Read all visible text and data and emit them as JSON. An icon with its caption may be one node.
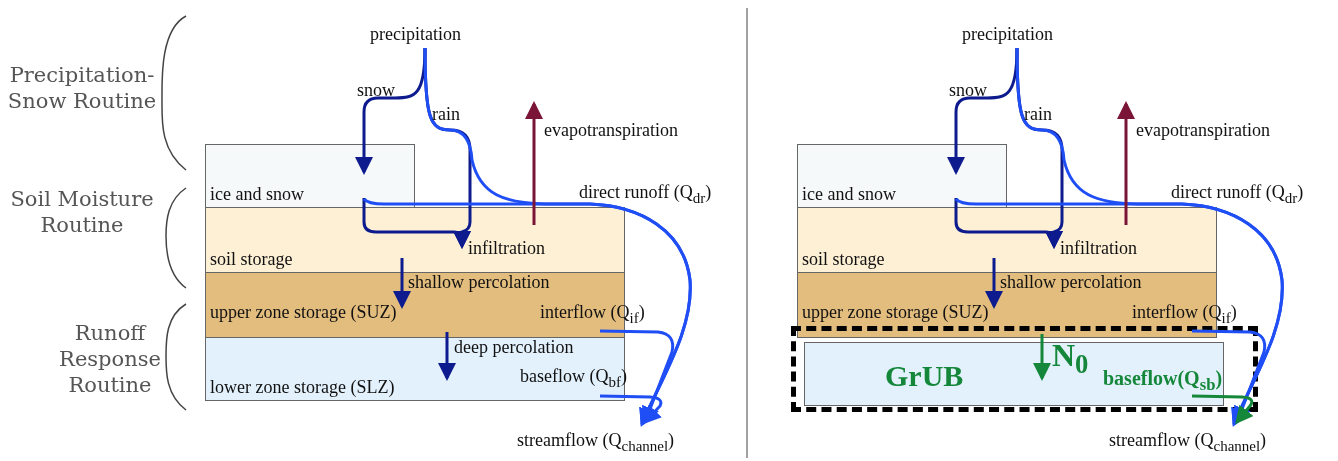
{
  "diagram": {
    "nodes": [
      {
        "text": [
          "precipitation"
        ]
      },
      {
        "text": [
          "ice and snow"
        ]
      },
      {
        "text": [
          "soil storage"
        ]
      },
      {
        "text": [
          "upper zone storage (SUZ)"
        ]
      },
      {
        "text": [
          "lower zone storage (SLZ)"
        ]
      },
      {
        "text": [
          "streamflow (Q$_{channel}$)"
        ]
      },
      {
        "text": [
          "precipitation"
        ]
      },
      {
        "text": [
          "ice and snow"
        ]
      },
      {
        "text": [
          "soil storage"
        ]
      },
      {
        "text": [
          "upper zone storage (SUZ)"
        ]
      },
      {
        "text": [],
        "shape": "box"
      },
      {
        "text": [
          "GrUB"
        ],
        "in": 10
      },
      {
        "text": [
          "streamflow (Q$_{channel}$)"
        ]
      }
    ],
    "edges": [
      {
        "from": 0,
        "to": 1,
        "arrow": "to",
        "label": "snow"
      },
      {
        "from": 0,
        "to": 2,
        "arrow": "to",
        "label": "rain"
      },
      {
        "from": 1,
        "to": 2,
        "arrow": "to",
        "label": "infiltration"
      },
      {
        "from": 0,
        "to": 5,
        "arrow": "to",
        "label": "direct runoff (Q$_{dr}$)",
        "color": "#1f4ef5"
      },
      {
        "from": 1,
        "to": 5,
        "arrow": "to",
        "color": "#1f4ef5"
      },
      {
        "from": 2,
        "to": null,
        "arrow": "to",
        "label": "evapotranspiration",
        "color": "#7a1538"
      },
      {
        "from": 2,
        "to": 3,
        "arrow": "to",
        "label": "shallow percolation"
      },
      {
        "from": 3,
        "to": 4,
        "arrow": "to",
        "label": "deep percolation"
      },
      {
        "from": 3,
        "to": 5,
        "arrow": "to",
        "label": "interflow (Q$_{if}$)",
        "color": "#1f4ef5"
      },
      {
        "from": 4,
        "to": 5,
        "arrow": "to",
        "label": "baseflow (Q$_{bf}$)",
        "color": "#1f4ef5"
      },
      {
        "from": 6,
        "to": 7,
        "arrow": "to",
        "label": "snow"
      },
      {
        "from": 6,
        "to": 8,
        "arrow": "to",
        "label": "rain"
      },
      {
        "from": 7,
        "to": 8,
        "arrow": "to",
        "label": "infiltration"
      },
      {
        "from": 6,
        "to": 12,
        "arrow": "to",
        "label": "direct runoff (Q$_{dr}$)",
        "color": "#1f4ef5"
      },
      {
        "from": 7,
        "to": 12,
        "arrow": "to",
        "color": "#1f4ef5"
      },
      {
        "from": 8,
        "to": null,
        "arrow": "to",
        "label": "evapotranspiration",
        "color": "#7a1538"
      },
      {
        "from": 8,
        "to": 9,
        "arrow": "to",
        "label": "shallow percolation"
      },
      {
        "from": 9,
        "to": 11,
        "arrow": "to",
        "label": "N$_{0}$",
        "color": "#15873a"
      },
      {
        "from": 9,
        "to": 12,
        "arrow": "to",
        "label": "interflow (Q$_{if}$)",
        "color": "#1f4ef5"
      },
      {
        "from": 11,
        "to": 12,
        "arrow": "to",
        "label": "baseflow(Q$_{sb}$)",
        "color": "#15873a"
      }
    ],
    "labels": [
      "Precipitation- Snow Routine",
      "Soil Moisture Routine",
      "Runoff Response Routine"
    ]
  }
}
